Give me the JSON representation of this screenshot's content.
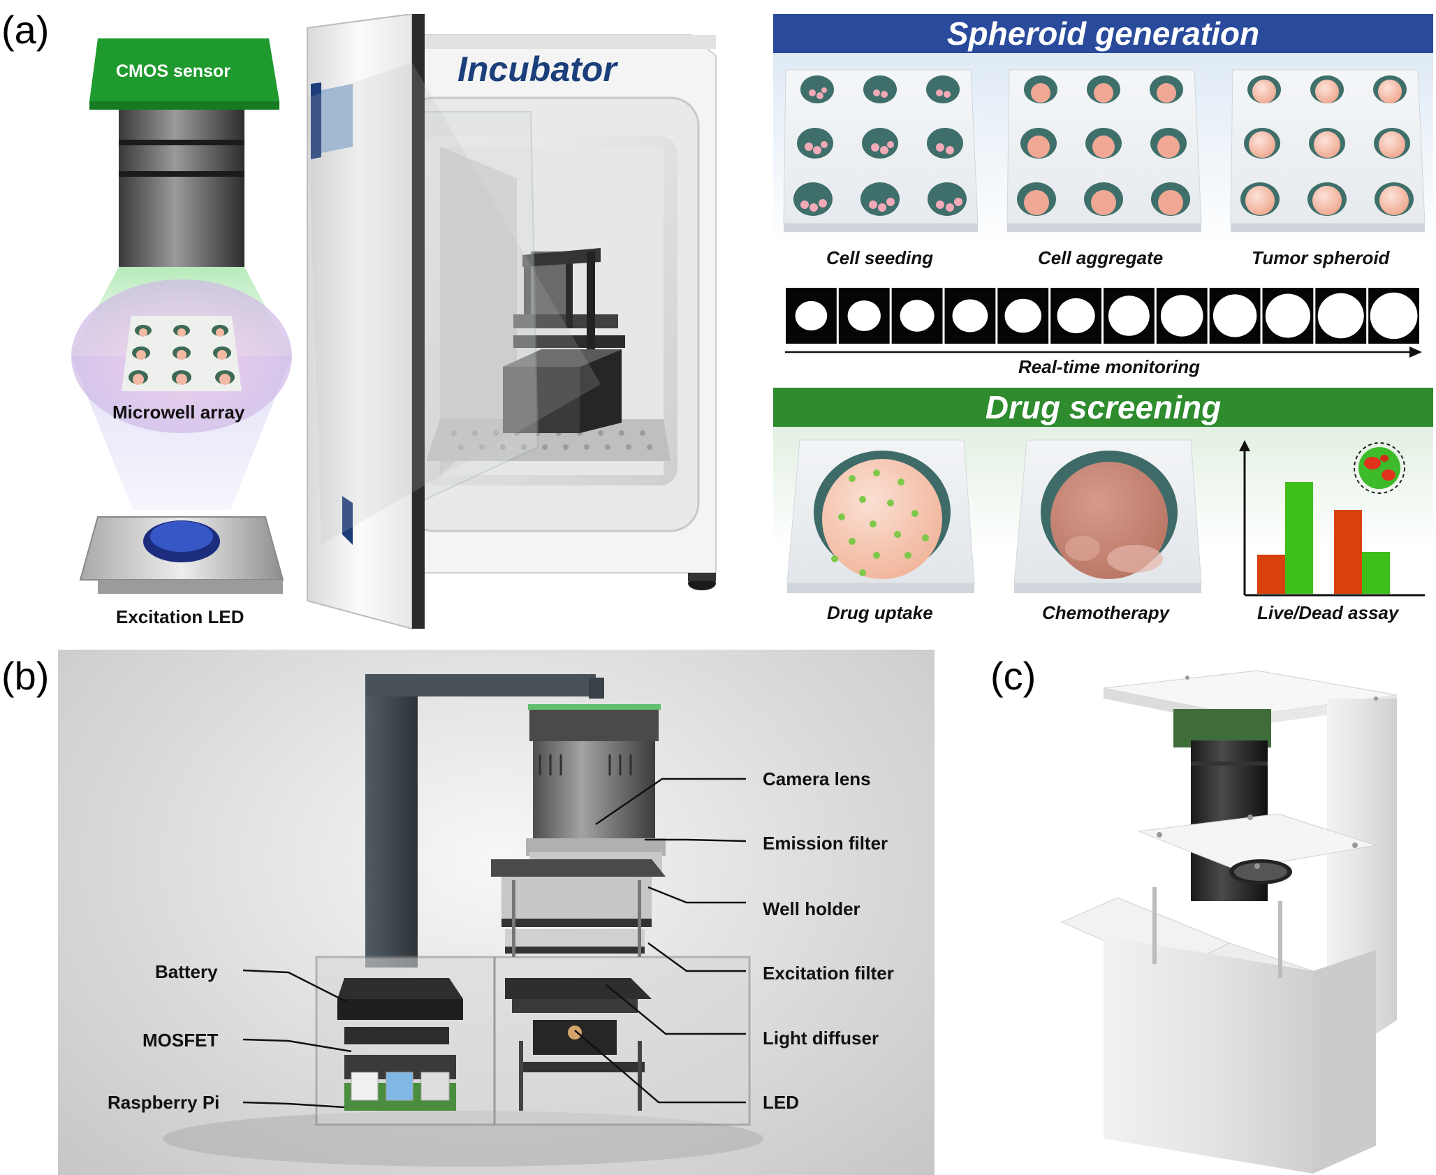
{
  "panels": {
    "a": "(a)",
    "b": "(b)",
    "c": "(c)"
  },
  "panel_a": {
    "optics": {
      "cmos_sensor": "CMOS sensor",
      "microwell_array": "Microwell array",
      "excitation_led": "Excitation LED"
    },
    "incubator": "Incubator",
    "spheroid_generation": {
      "title": "Spheroid generation",
      "stages": [
        "Cell seeding",
        "Cell aggregate",
        "Tumor spheroid"
      ],
      "monitoring_label": "Real-time monitoring",
      "frame_count": 12
    },
    "drug_screening": {
      "title": "Drug screening",
      "stages": [
        "Drug uptake",
        "Chemotherapy",
        "Live/Dead assay"
      ],
      "assay_chart": {
        "groups": [
          {
            "live": 0.8,
            "dead": 0.28
          },
          {
            "live": 0.3,
            "dead": 0.6
          }
        ]
      }
    },
    "colors": {
      "blue_banner": "#2a4b9b",
      "green_banner": "#2e8b2e",
      "live": "#3fbf1a",
      "dead": "#d8400e"
    }
  },
  "panel_b": {
    "left_callouts": [
      "Battery",
      "MOSFET",
      "Raspberry Pi"
    ],
    "right_callouts": [
      "Camera lens",
      "Emission filter",
      "Well holder",
      "Excitation filter",
      "Light diffuser",
      "LED"
    ]
  }
}
